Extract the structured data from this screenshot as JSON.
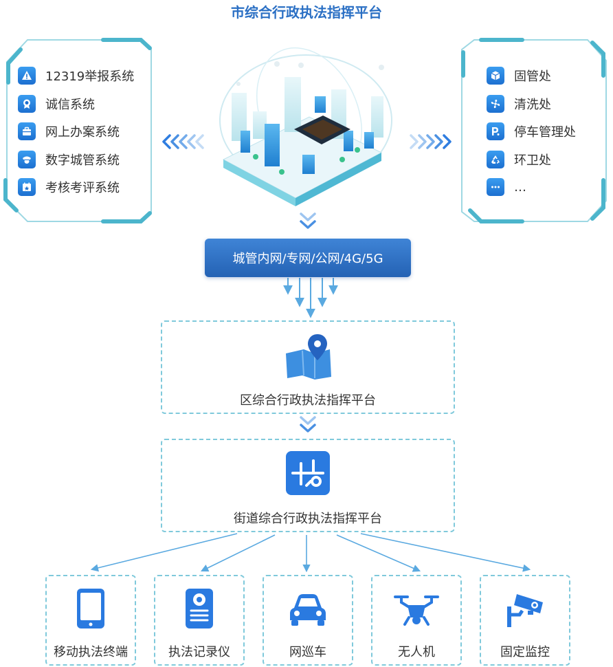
{
  "title": "市综合行政执法指挥平台",
  "left_systems": [
    {
      "label": "12319举报系统",
      "icon": "warning-icon"
    },
    {
      "label": "诚信系统",
      "icon": "badge-icon"
    },
    {
      "label": "网上办案系统",
      "icon": "briefcase-icon"
    },
    {
      "label": "数字城管系统",
      "icon": "officer-icon"
    },
    {
      "label": "考核考评系统",
      "icon": "calendar-star-icon"
    }
  ],
  "right_departments": [
    {
      "label": "固管处",
      "icon": "cube-icon"
    },
    {
      "label": "清洗处",
      "icon": "fan-icon"
    },
    {
      "label": "停车管理处",
      "icon": "parking-icon"
    },
    {
      "label": "环卫处",
      "icon": "recycle-icon"
    },
    {
      "label": "…",
      "icon": "more-icon"
    }
  ],
  "network": "城管内网/专网/公网/4G/5G",
  "district_platform": "区综合行政执法指挥平台",
  "street_platform": "街道综合行政执法指挥平台",
  "terminals": [
    {
      "label": "移动执法终端",
      "icon": "phone-icon"
    },
    {
      "label": "执法记录仪",
      "icon": "recorder-icon"
    },
    {
      "label": "网巡车",
      "icon": "car-icon"
    },
    {
      "label": "无人机",
      "icon": "drone-icon"
    },
    {
      "label": "固定监控",
      "icon": "camera-icon"
    }
  ],
  "colors": {
    "title": "#2a6fc4",
    "accent": "#2f7de0",
    "frame": "#6cc3d3",
    "dashed": "#7fc9db",
    "bar": "#2b6cc0"
  }
}
